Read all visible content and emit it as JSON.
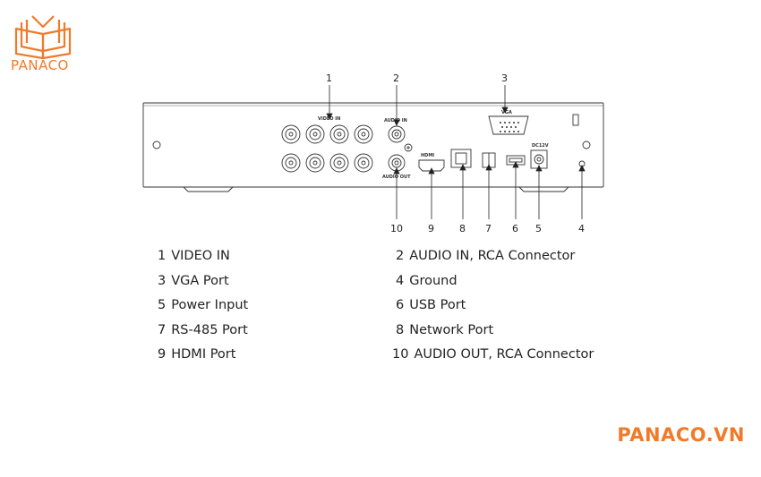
{
  "logo": {
    "text": "PANACO",
    "color": "#f07a2a"
  },
  "brand": {
    "text": "PANACO.VN",
    "color": "#f07a2a"
  },
  "diagram": {
    "panel_labels": {
      "video_in": "VIDEO IN",
      "audio_in": "AUDIO IN",
      "audio_out": "AUDIO OUT",
      "vga": "VGA",
      "hdmi": "HDMI",
      "dc": "DC12V"
    },
    "callouts": {
      "c1": "1",
      "c2": "2",
      "c3": "3",
      "c4": "4",
      "c5": "5",
      "c6": "6",
      "c7": "7",
      "c8": "8",
      "c9": "9",
      "c10": "10"
    }
  },
  "legend": [
    {
      "left": {
        "num": "1",
        "label": "VIDEO IN"
      },
      "right": {
        "num": "2",
        "label": "AUDIO IN, RCA Connector"
      }
    },
    {
      "left": {
        "num": "3",
        "label": "VGA Port"
      },
      "right": {
        "num": "4",
        "label": "Ground"
      }
    },
    {
      "left": {
        "num": "5",
        "label": "Power Input"
      },
      "right": {
        "num": "6",
        "label": "USB Port"
      }
    },
    {
      "left": {
        "num": "7",
        "label": "RS-485 Port"
      },
      "right": {
        "num": "8",
        "label": "Network Port"
      }
    },
    {
      "left": {
        "num": "9",
        "label": "HDMI Port"
      },
      "right": {
        "num": "10",
        "label": "AUDIO OUT, RCA Connector"
      }
    }
  ]
}
